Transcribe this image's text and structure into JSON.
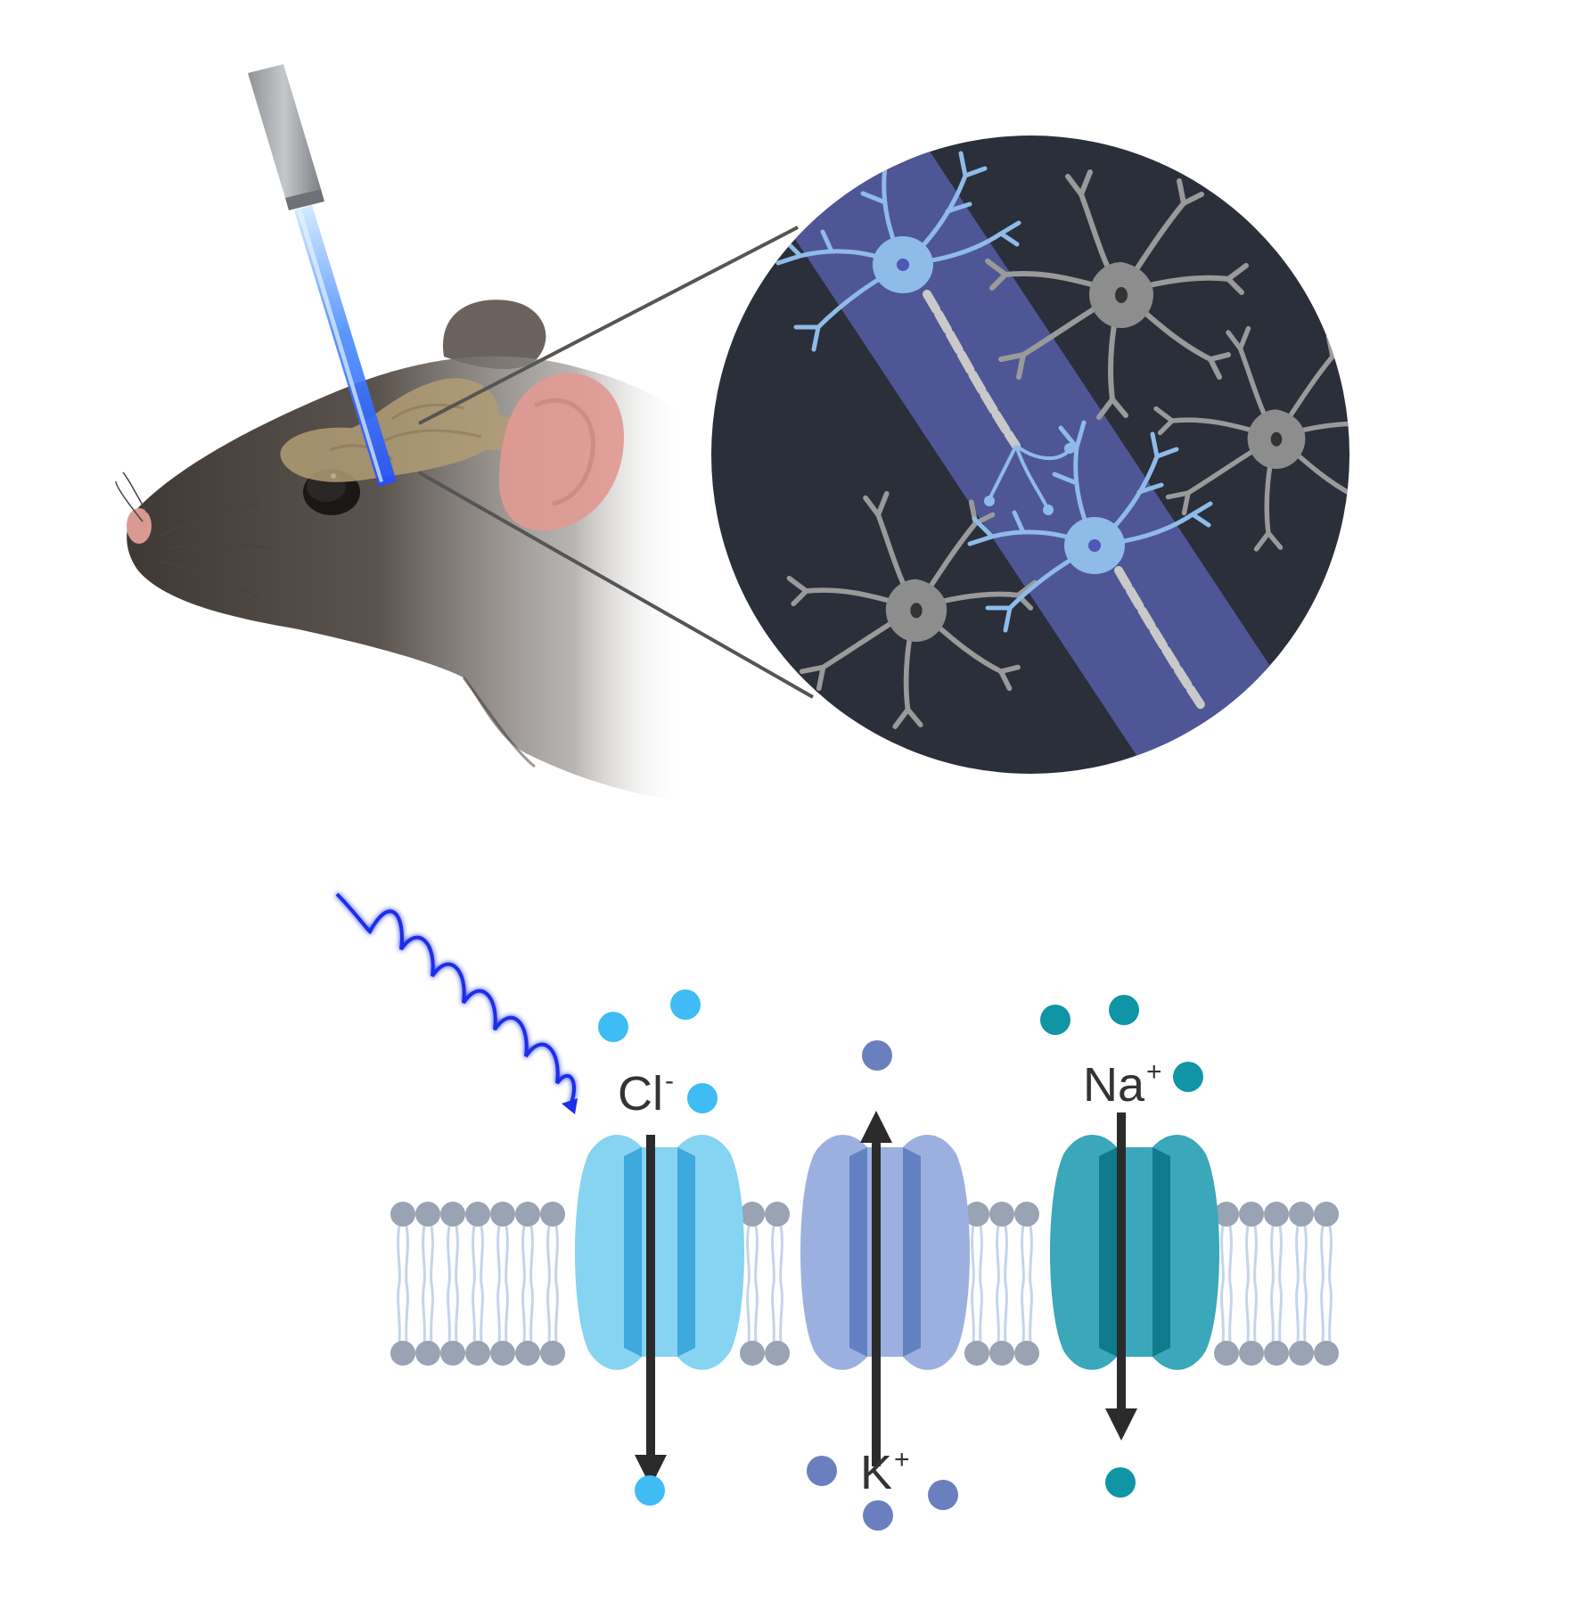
{
  "labels": {
    "chloride": {
      "base": "Cl",
      "charge": "-"
    },
    "potassium": {
      "base": "K",
      "charge": "+"
    },
    "sodium": {
      "base": "Na",
      "charge": "+"
    }
  },
  "colors": {
    "chloride_channel": "#87d3f2",
    "chloride_core": "#3ea9dd",
    "chloride_ion": "#3fbcf3",
    "potassium_channel": "#9cb0e0",
    "potassium_core": "#6381c2",
    "potassium_ion": "#6a7fbd",
    "sodium_channel": "#3aa7ba",
    "sodium_core": "#0f7b8c",
    "sodium_ion": "#0f95a5",
    "membrane_head": "#99a3b3",
    "membrane_tail": "#c6d4ea",
    "inset_background": "#2a2f3a",
    "inset_band": "#4f5696",
    "transfected_neuron": "#8fbbe8",
    "astrocyte": "#9a9a9a",
    "light_wave": "#1a2ee8",
    "mouse_fur": "#5c5550",
    "brain": "#b29c74",
    "ear": "#e09a94"
  },
  "icons": [
    "mouse-head-icon",
    "optical-fiber-icon",
    "light-wave-icon",
    "neuron-icon",
    "astrocyte-icon",
    "ion-channel-icon",
    "lipid-bilayer-icon"
  ]
}
